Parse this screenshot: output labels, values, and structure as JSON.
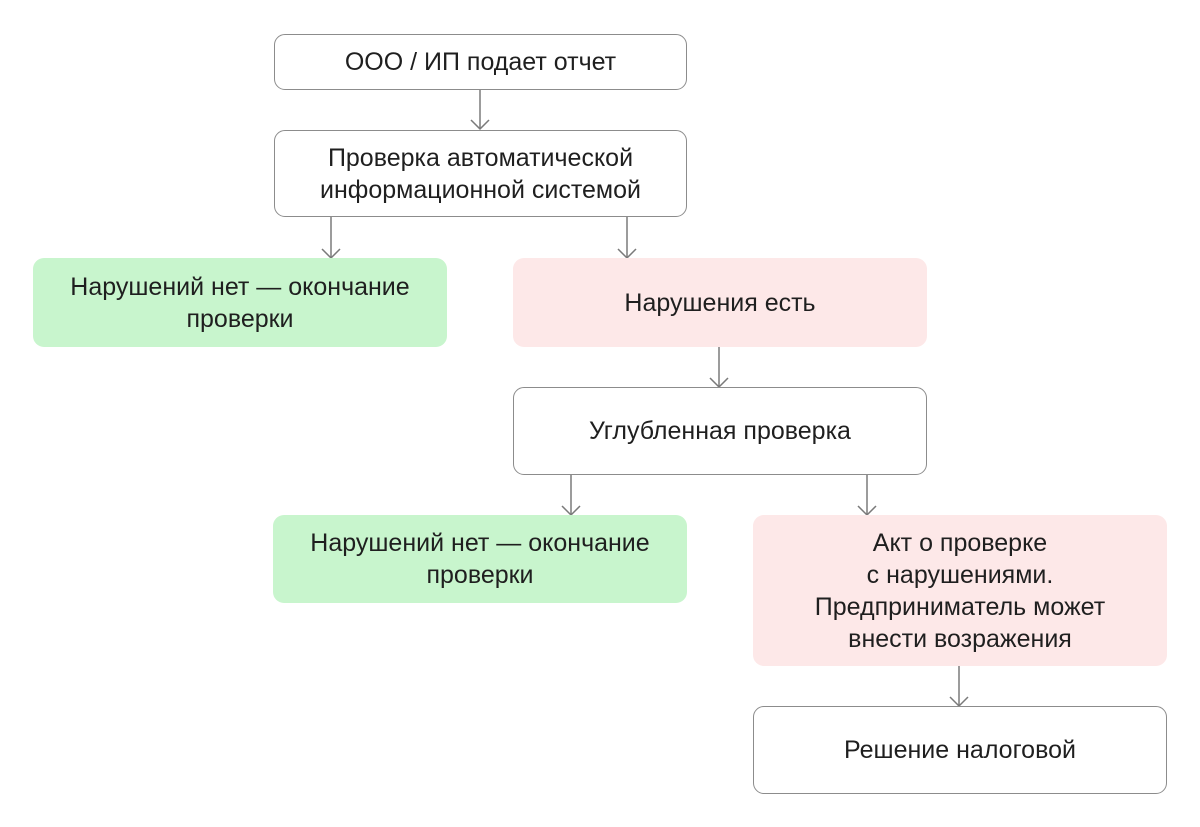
{
  "nodes": {
    "submit": {
      "text": "ООО / ИП подает отчет"
    },
    "auto_check": {
      "lines": [
        "Проверка автоматической",
        "информационной системой"
      ]
    },
    "no_violations_1": {
      "lines": [
        "Нарушений нет — окончание",
        "проверки"
      ]
    },
    "violations": {
      "text": "Нарушения есть"
    },
    "deep_check": {
      "text": "Углубленная проверка"
    },
    "no_violations_2": {
      "lines": [
        "Нарушений нет — окончание",
        "проверки"
      ]
    },
    "act": {
      "lines": [
        "Акт о проверке",
        "с нарушениями.",
        "Предприниматель может",
        "внести возражения"
      ]
    },
    "decision": {
      "text": "Решение налоговой"
    }
  },
  "colors": {
    "outline_border": "#8c8c8c",
    "ok_fill": "#c8f5cd",
    "bad_fill": "#fde8e8",
    "arrow": "#7a7a7a",
    "text": "#1f1f1f"
  }
}
